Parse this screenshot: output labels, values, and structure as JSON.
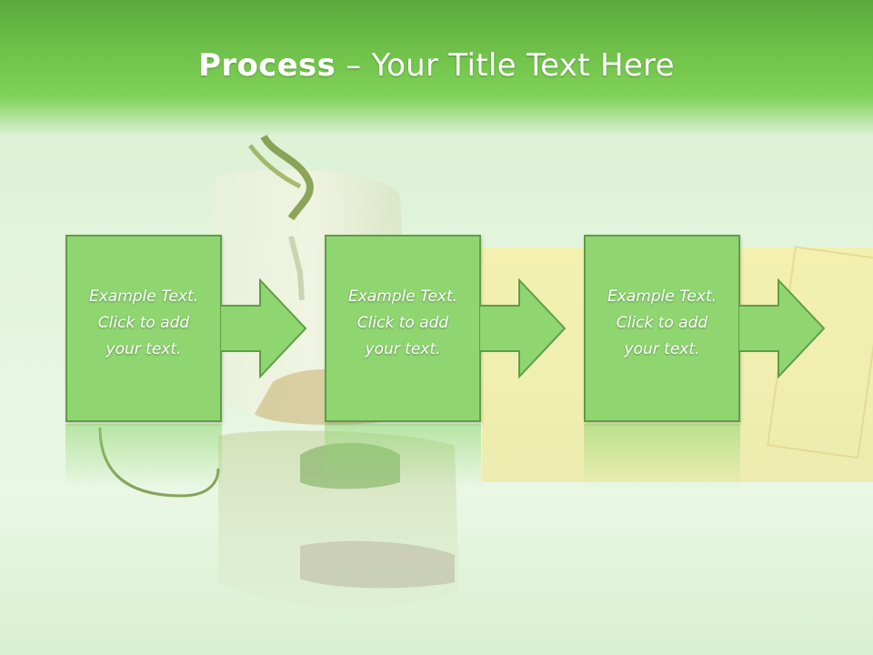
{
  "slide": {
    "title_bold": "Process",
    "title_rest": " – Your Title Text Here"
  },
  "steps": [
    {
      "text": "Example Text.\nClick  to add\nyour text."
    },
    {
      "text": "Example Text.\nClick  to add\nyour text."
    },
    {
      "text": "Example Text.\nClick  to add\nyour text."
    }
  ],
  "colors": {
    "header": "#6fc04a",
    "box_fill": "#8fd671",
    "box_border": "#5f9e45",
    "band": "#f3efb2"
  }
}
